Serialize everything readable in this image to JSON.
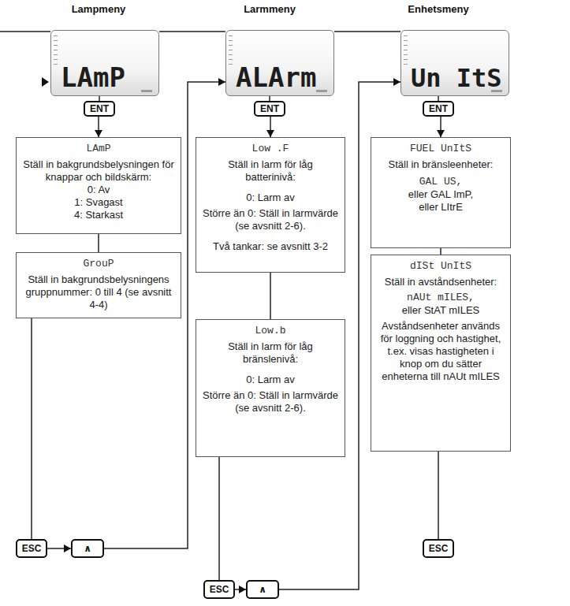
{
  "diagram": {
    "nodes": [
      {
        "text": [
          "LAmP"
        ]
      },
      {
        "text": [
          "ALArm"
        ]
      },
      {
        "text": [
          "Un ItS"
        ]
      },
      {
        "text": [
          "ENT"
        ]
      },
      {
        "text": [
          "ENT"
        ]
      },
      {
        "text": [
          "ENT"
        ]
      },
      {
        "text": [
          "LAmP",
          "Ställ in bakgrundsbelysningen för knappar och bildskärm:",
          "0: Av",
          "1: Svagast",
          "4: Starkast"
        ]
      },
      {
        "text": [
          "Low .F",
          "Ställ in larm för låg batterinivå:",
          "0: Larm av",
          "Större än 0: Ställ in larmvärde (se avsnitt 2-6).",
          "Två tankar: se avsnitt 3-2"
        ]
      },
      {
        "text": [
          "FUEL UnItS",
          "Ställ in bränsleenheter:",
          "GAL US,",
          "eller GAL ImP,",
          "eller LItrE"
        ]
      },
      {
        "text": [
          "GrouP",
          "Ställ in bakgrundsbelysningens gruppnummer: 0 till 4 (se avsnitt 4-4)"
        ]
      },
      {
        "text": [
          "Low.b",
          "Ställ in larm för låg bränslenivå:",
          "0: Larm av",
          "Större än 0: Ställ in larmvärde (se avsnitt 2-6)."
        ]
      },
      {
        "text": [
          "dISt UnItS",
          "Ställ in avståndsenheter:",
          "nAUt mILES,",
          "eller StAT mILES",
          "Avståndsenheter används för loggning och hastighet, t.ex. visas hastigheten i knop om du sätter enheterna till nAUt mILES"
        ]
      },
      {
        "text": [
          "ESC"
        ]
      },
      {
        "text": [
          "∧"
        ]
      },
      {
        "text": [
          "ESC"
        ]
      },
      {
        "text": [
          "ESC"
        ]
      },
      {
        "text": [
          "∧"
        ]
      }
    ],
    "edges": [
      {
        "from": 0,
        "to": 1,
        "arrow": "none"
      },
      {
        "from": 1,
        "to": 2,
        "arrow": "none"
      },
      {
        "from": 0,
        "to": 3,
        "arrow": "none"
      },
      {
        "from": 3,
        "to": 6,
        "arrow": "to"
      },
      {
        "from": 1,
        "to": 4,
        "arrow": "none"
      },
      {
        "from": 4,
        "to": 7,
        "arrow": "to"
      },
      {
        "from": 2,
        "to": 5,
        "arrow": "none"
      },
      {
        "from": 5,
        "to": 8,
        "arrow": "to"
      },
      {
        "from": 6,
        "to": 9,
        "arrow": "none"
      },
      {
        "from": 9,
        "to": 12,
        "arrow": "none"
      },
      {
        "from": 12,
        "to": 13,
        "arrow": "to"
      },
      {
        "from": 13,
        "to": 1,
        "arrow": "to"
      },
      {
        "from": 7,
        "to": 10,
        "arrow": "none"
      },
      {
        "from": 10,
        "to": 15,
        "arrow": "none"
      },
      {
        "from": 15,
        "to": 16,
        "arrow": "to"
      },
      {
        "from": 16,
        "to": 2,
        "arrow": "to"
      },
      {
        "from": 8,
        "to": 11,
        "arrow": "none"
      },
      {
        "from": 11,
        "to": 14,
        "arrow": "none"
      }
    ],
    "labels": [
      "Lampmeny",
      "Larmmeny",
      "Enhetsmeny"
    ]
  }
}
